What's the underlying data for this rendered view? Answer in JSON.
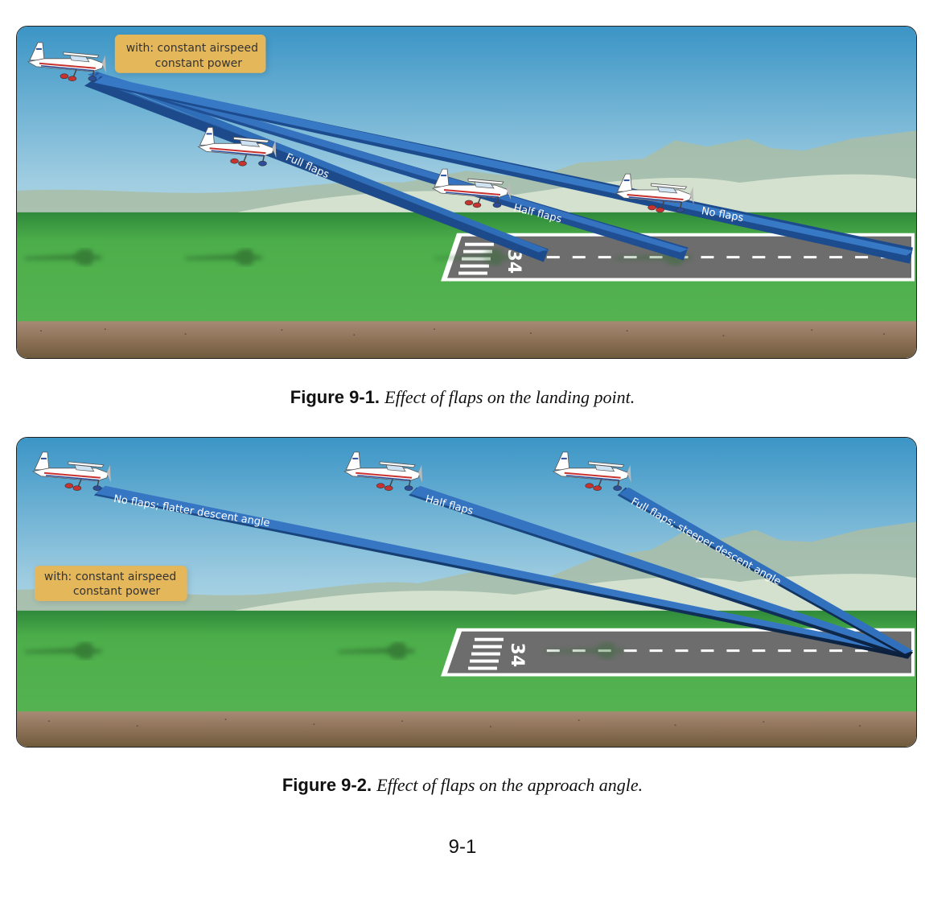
{
  "figure1": {
    "note": {
      "line1": "with: constant airspeed",
      "line2": "constant power"
    },
    "paths": {
      "full": "Full flaps",
      "half": "Half flaps",
      "none": "No flaps"
    },
    "runway_number": "34",
    "caption": {
      "number": "Figure 9-1.",
      "text": "Effect of flaps on the landing point."
    }
  },
  "figure2": {
    "note": {
      "line1": "with: constant airspeed",
      "line2": "constant power"
    },
    "paths": {
      "none": "No flaps; flatter descent angle",
      "half": "Half flaps",
      "full": "Full flaps; steeper descent angle"
    },
    "runway_number": "34",
    "caption": {
      "number": "Figure 9-2.",
      "text": "Effect of flaps on the approach angle."
    }
  },
  "page_number": "9-1",
  "colors": {
    "sky_top": "#3f9ac8",
    "sky_bottom": "#eef6f8",
    "grass": "#4caf48",
    "beam": "#2f6db8",
    "note_bg": "#e6b85c",
    "runway": "#6b6b6b"
  }
}
